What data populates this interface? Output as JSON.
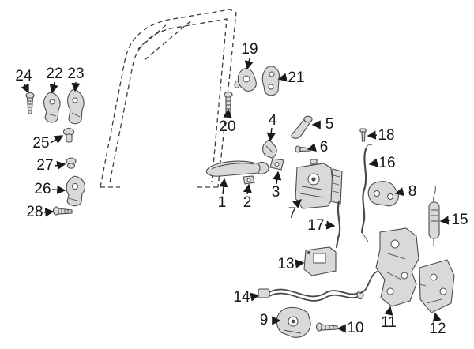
{
  "palette": {
    "bg": "#ffffff",
    "ink": "#161616",
    "frame": "#3c3c3c",
    "part-fill": "#d9d9d9",
    "part-stroke": "#4a4a4a"
  },
  "callouts": [
    "1",
    "2",
    "3",
    "4",
    "5",
    "6",
    "7",
    "8",
    "9",
    "10",
    "11",
    "12",
    "13",
    "14",
    "15",
    "16",
    "17",
    "18",
    "19",
    "20",
    "21",
    "22",
    "23",
    "24",
    "25",
    "26",
    "27",
    "28"
  ]
}
